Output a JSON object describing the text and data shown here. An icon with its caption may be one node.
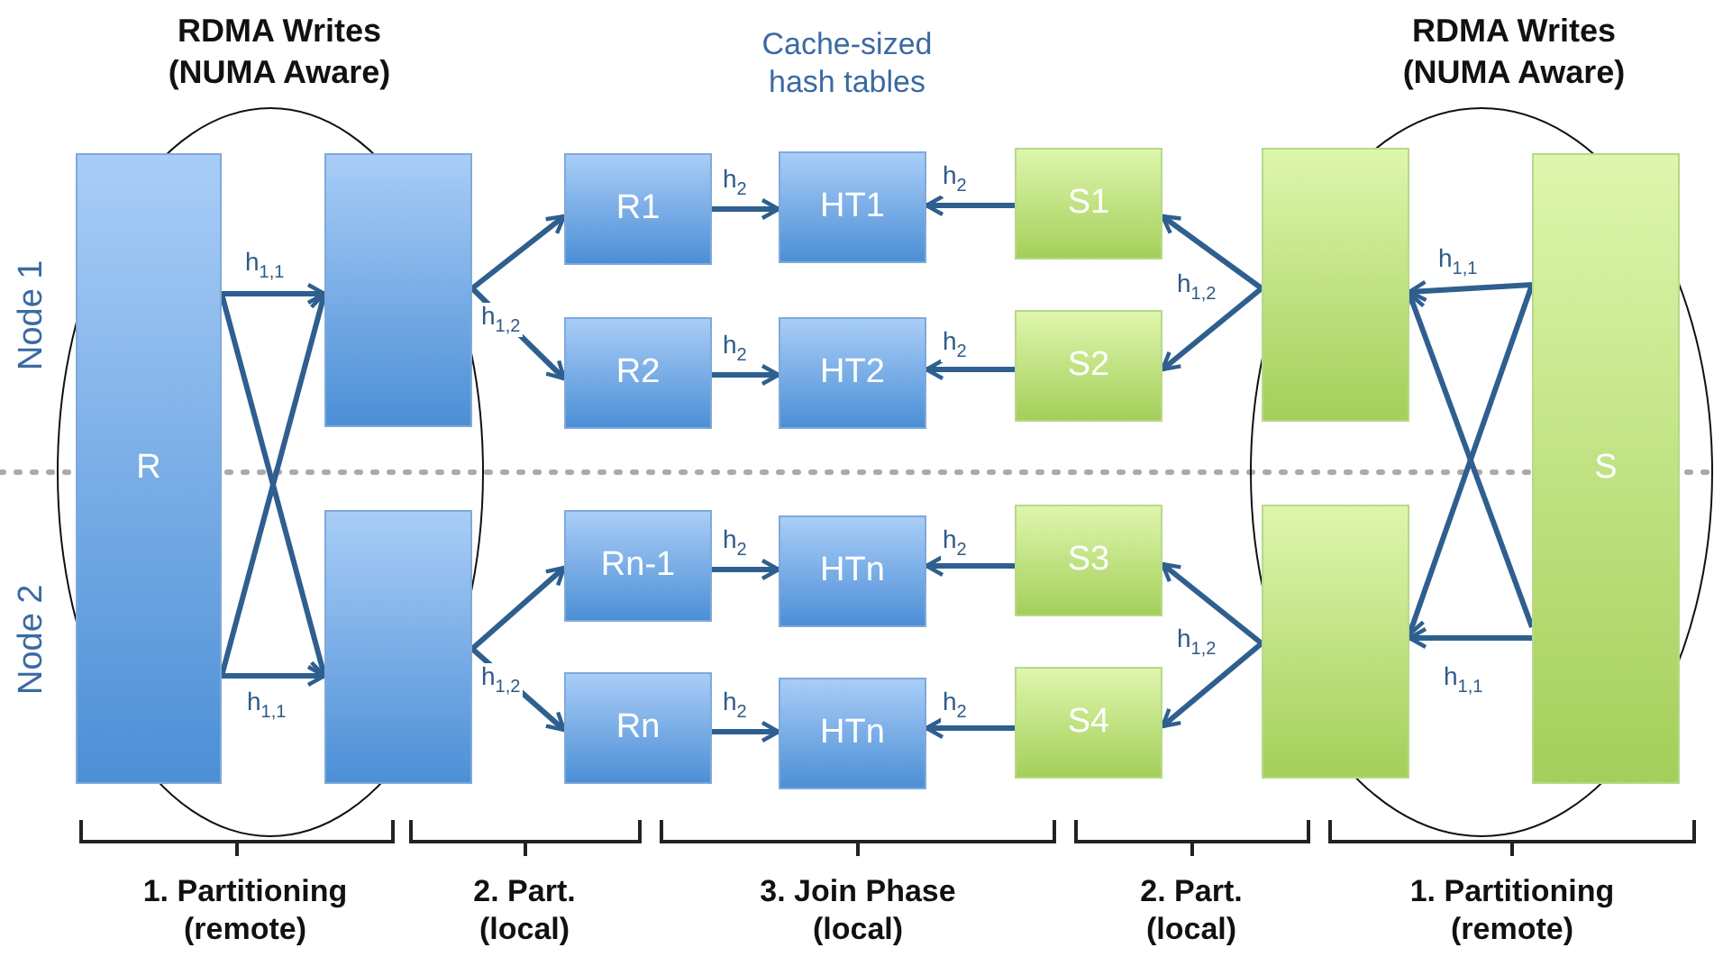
{
  "diagram": {
    "nodes": [
      {
        "text": [
          "R"
        ]
      },
      {
        "text": [],
        "shape": "box"
      },
      {
        "text": [],
        "shape": "box"
      },
      {
        "text": [
          "R1"
        ]
      },
      {
        "text": [
          "R2"
        ]
      },
      {
        "text": [
          "Rn-1"
        ]
      },
      {
        "text": [
          "Rn"
        ]
      },
      {
        "text": [
          "HT1"
        ]
      },
      {
        "text": [
          "HT2"
        ]
      },
      {
        "text": [
          "HTn"
        ]
      },
      {
        "text": [
          "HTn"
        ]
      },
      {
        "text": [
          "S1"
        ]
      },
      {
        "text": [
          "S2"
        ]
      },
      {
        "text": [
          "S3"
        ]
      },
      {
        "text": [
          "S4"
        ]
      },
      {
        "text": [],
        "shape": "box"
      },
      {
        "text": [],
        "shape": "box"
      },
      {
        "text": [
          "S"
        ]
      }
    ],
    "edges": [
      {
        "from": 0,
        "to": 1,
        "arrow": "to",
        "label": "h$_{1,1}$"
      },
      {
        "from": 0,
        "to": 2,
        "arrow": "to"
      },
      {
        "from": 0,
        "to": 1,
        "arrow": "to"
      },
      {
        "from": 0,
        "to": 2,
        "arrow": "to",
        "label": "h$_{1,1}$"
      },
      {
        "from": 1,
        "to": 3,
        "arrow": "to",
        "label": "h$_{1,2}$"
      },
      {
        "from": 1,
        "to": 4,
        "arrow": "to"
      },
      {
        "from": 2,
        "to": 5,
        "arrow": "to",
        "label": "h$_{1,2}$"
      },
      {
        "from": 2,
        "to": 6,
        "arrow": "to"
      },
      {
        "from": 3,
        "to": 7,
        "arrow": "to",
        "label": "h$_{2}$"
      },
      {
        "from": 4,
        "to": 8,
        "arrow": "to",
        "label": "h$_{2}$"
      },
      {
        "from": 5,
        "to": 9,
        "arrow": "to",
        "label": "h$_{2}$"
      },
      {
        "from": 6,
        "to": 10,
        "arrow": "to",
        "label": "h$_{2}$"
      },
      {
        "from": 11,
        "to": 7,
        "arrow": "to",
        "label": "h$_{2}$"
      },
      {
        "from": 12,
        "to": 8,
        "arrow": "to",
        "label": "h$_{2}$"
      },
      {
        "from": 13,
        "to": 9,
        "arrow": "to",
        "label": "h$_{2}$"
      },
      {
        "from": 14,
        "to": 10,
        "arrow": "to",
        "label": "h$_{2}$"
      },
      {
        "from": 15,
        "to": 11,
        "arrow": "to",
        "label": "h$_{1,2}$"
      },
      {
        "from": 15,
        "to": 12,
        "arrow": "to"
      },
      {
        "from": 16,
        "to": 13,
        "arrow": "to",
        "label": "h$_{1,2}$"
      },
      {
        "from": 16,
        "to": 14,
        "arrow": "to"
      },
      {
        "from": 17,
        "to": 15,
        "arrow": "to",
        "label": "h$_{1,1}$"
      },
      {
        "from": 17,
        "to": 16,
        "arrow": "to"
      },
      {
        "from": 17,
        "to": 15,
        "arrow": "to"
      },
      {
        "from": 17,
        "to": 16,
        "arrow": "to",
        "label": "h$_{1,1}$"
      }
    ],
    "labels": [
      "RDMA Writes (NUMA Aware)",
      "Cache-sized hash tables",
      "RDMA Writes (NUMA Aware)",
      "Node 1",
      "Node 2",
      "1. Partitioning (remote)",
      "2. Part. (local)",
      "3. Join Phase (local)",
      "2. Part. (local)",
      "1. Partitioning (remote)"
    ]
  }
}
